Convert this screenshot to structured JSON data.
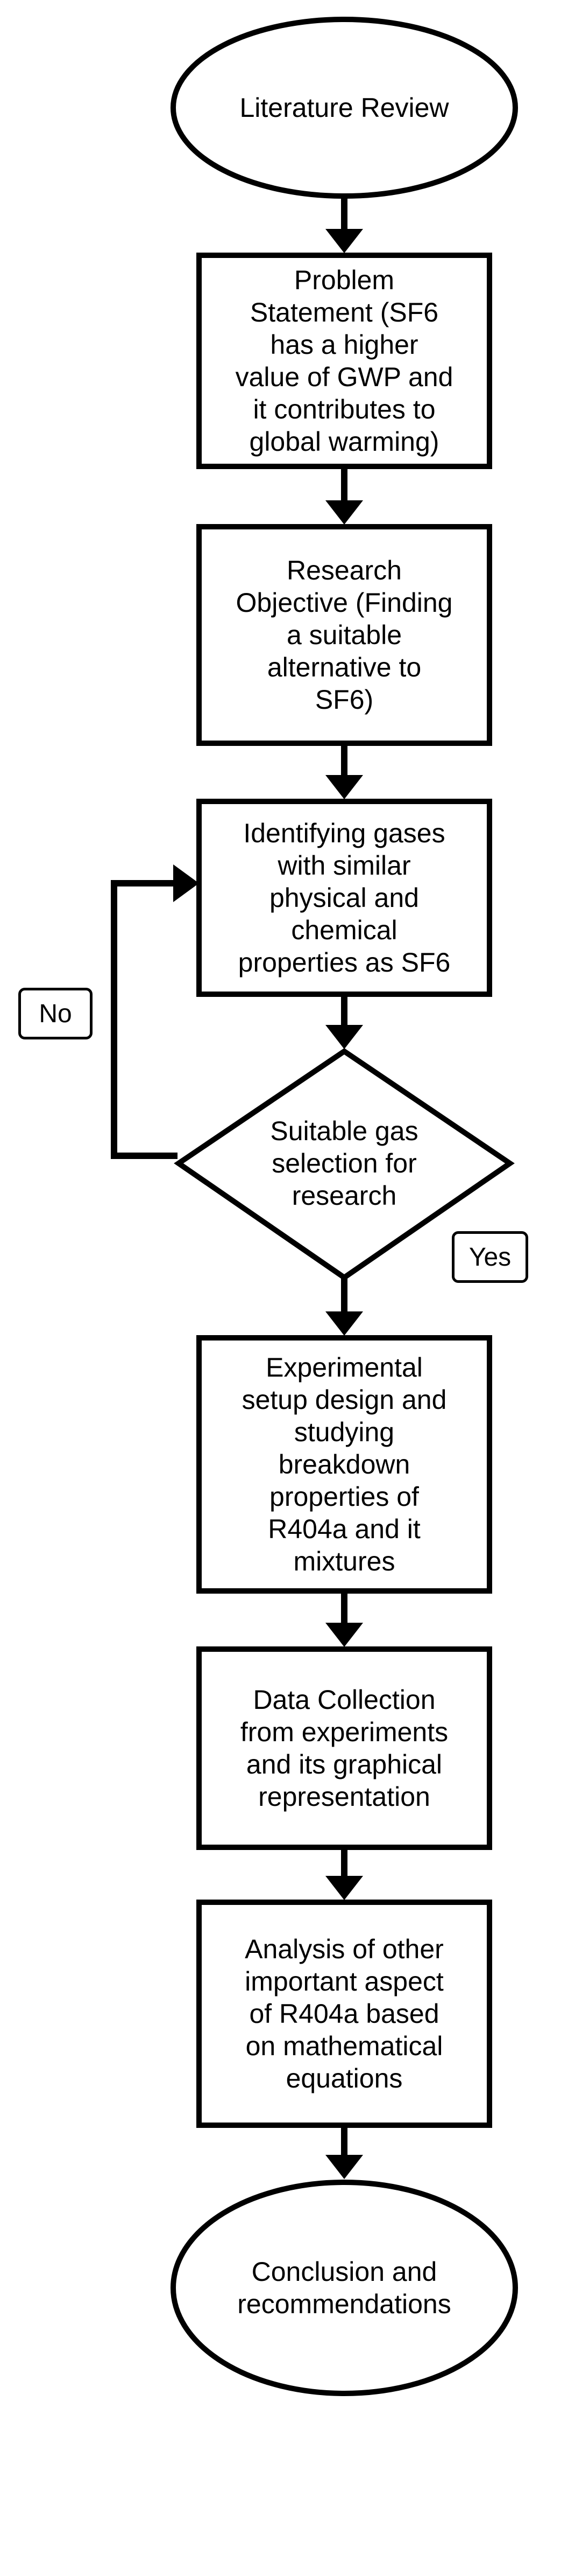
{
  "flowchart": {
    "stroke_color": "#000000",
    "fill_color": "#ffffff",
    "nodes": [
      {
        "id": "literature-review",
        "shape": "ellipse",
        "label": "Literature Review"
      },
      {
        "id": "problem-statement",
        "shape": "rectangle",
        "label": "Problem\nStatement (SF6\nhas a higher\nvalue of GWP and\nit contributes to\nglobal warming)"
      },
      {
        "id": "research-objective",
        "shape": "rectangle",
        "label": "Research\nObjective (Finding\na suitable\nalternative to\nSF6)"
      },
      {
        "id": "identifying-gases",
        "shape": "rectangle",
        "label": "Identifying gases\nwith similar\nphysical and\nchemical\nproperties as SF6"
      },
      {
        "id": "gas-selection",
        "shape": "diamond",
        "label": "Suitable gas\nselection for\nresearch"
      },
      {
        "id": "experimental-setup",
        "shape": "rectangle",
        "label": "Experimental\nsetup design and\nstudying\nbreakdown\nproperties of\nR404a and it\nmixtures"
      },
      {
        "id": "data-collection",
        "shape": "rectangle",
        "label": "Data Collection\nfrom experiments\nand its graphical\nrepresentation"
      },
      {
        "id": "analysis",
        "shape": "rectangle",
        "label": "Analysis of other\nimportant aspect\nof R404a based\non mathematical\nequations"
      },
      {
        "id": "conclusion",
        "shape": "ellipse",
        "label": "Conclusion and\nrecommendations"
      }
    ],
    "edge_labels": {
      "no": "No",
      "yes": "Yes"
    }
  }
}
